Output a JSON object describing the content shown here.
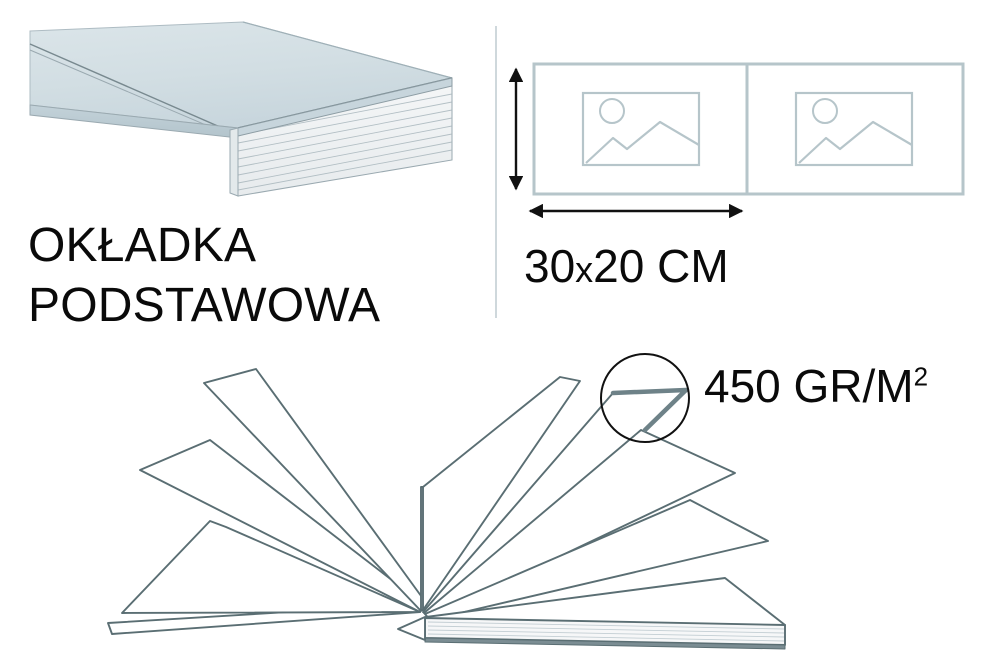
{
  "document": {
    "title": "Book cover specification diagram",
    "background_color": "#ffffff"
  },
  "palette": {
    "cover_fill_light": "#dde6ea",
    "cover_fill_mid": "#cdd9df",
    "cover_fill_dark": "#b9c8cf",
    "page_edge_line": "#8d9da4",
    "outline_stroke": "#5a6e73",
    "panel_border": "#b6c5ca",
    "placeholder_stroke": "#b6c5ca",
    "divider_line": "#cfd8dc",
    "arrow_color": "#111111",
    "text_color": "#0a0a0a"
  },
  "panels": {
    "cover_illustration": {
      "name": "hardcover-corner-illustration",
      "caption_line_1": "OKŁADKA",
      "caption_line_2": "PODSTAWOWA"
    },
    "spread": {
      "name": "open-spread-dimensions",
      "size_label_prefix": "30",
      "size_label_multiplier": "x",
      "size_label_suffix": "20 CM",
      "size_label_full": "30x20 CM",
      "left_page_placeholder": "image-placeholder",
      "right_page_placeholder": "image-placeholder",
      "height_arrow": "vertical-dimension-arrow",
      "width_arrow": "horizontal-dimension-arrow"
    },
    "fan": {
      "name": "fanned-pages-illustration",
      "weight_label_text": "450 GR/M",
      "weight_label_superscript": "2",
      "weight_label_full": "450 GR/M²",
      "callout": "magnifier-circle-callout",
      "page_count": 8
    }
  }
}
